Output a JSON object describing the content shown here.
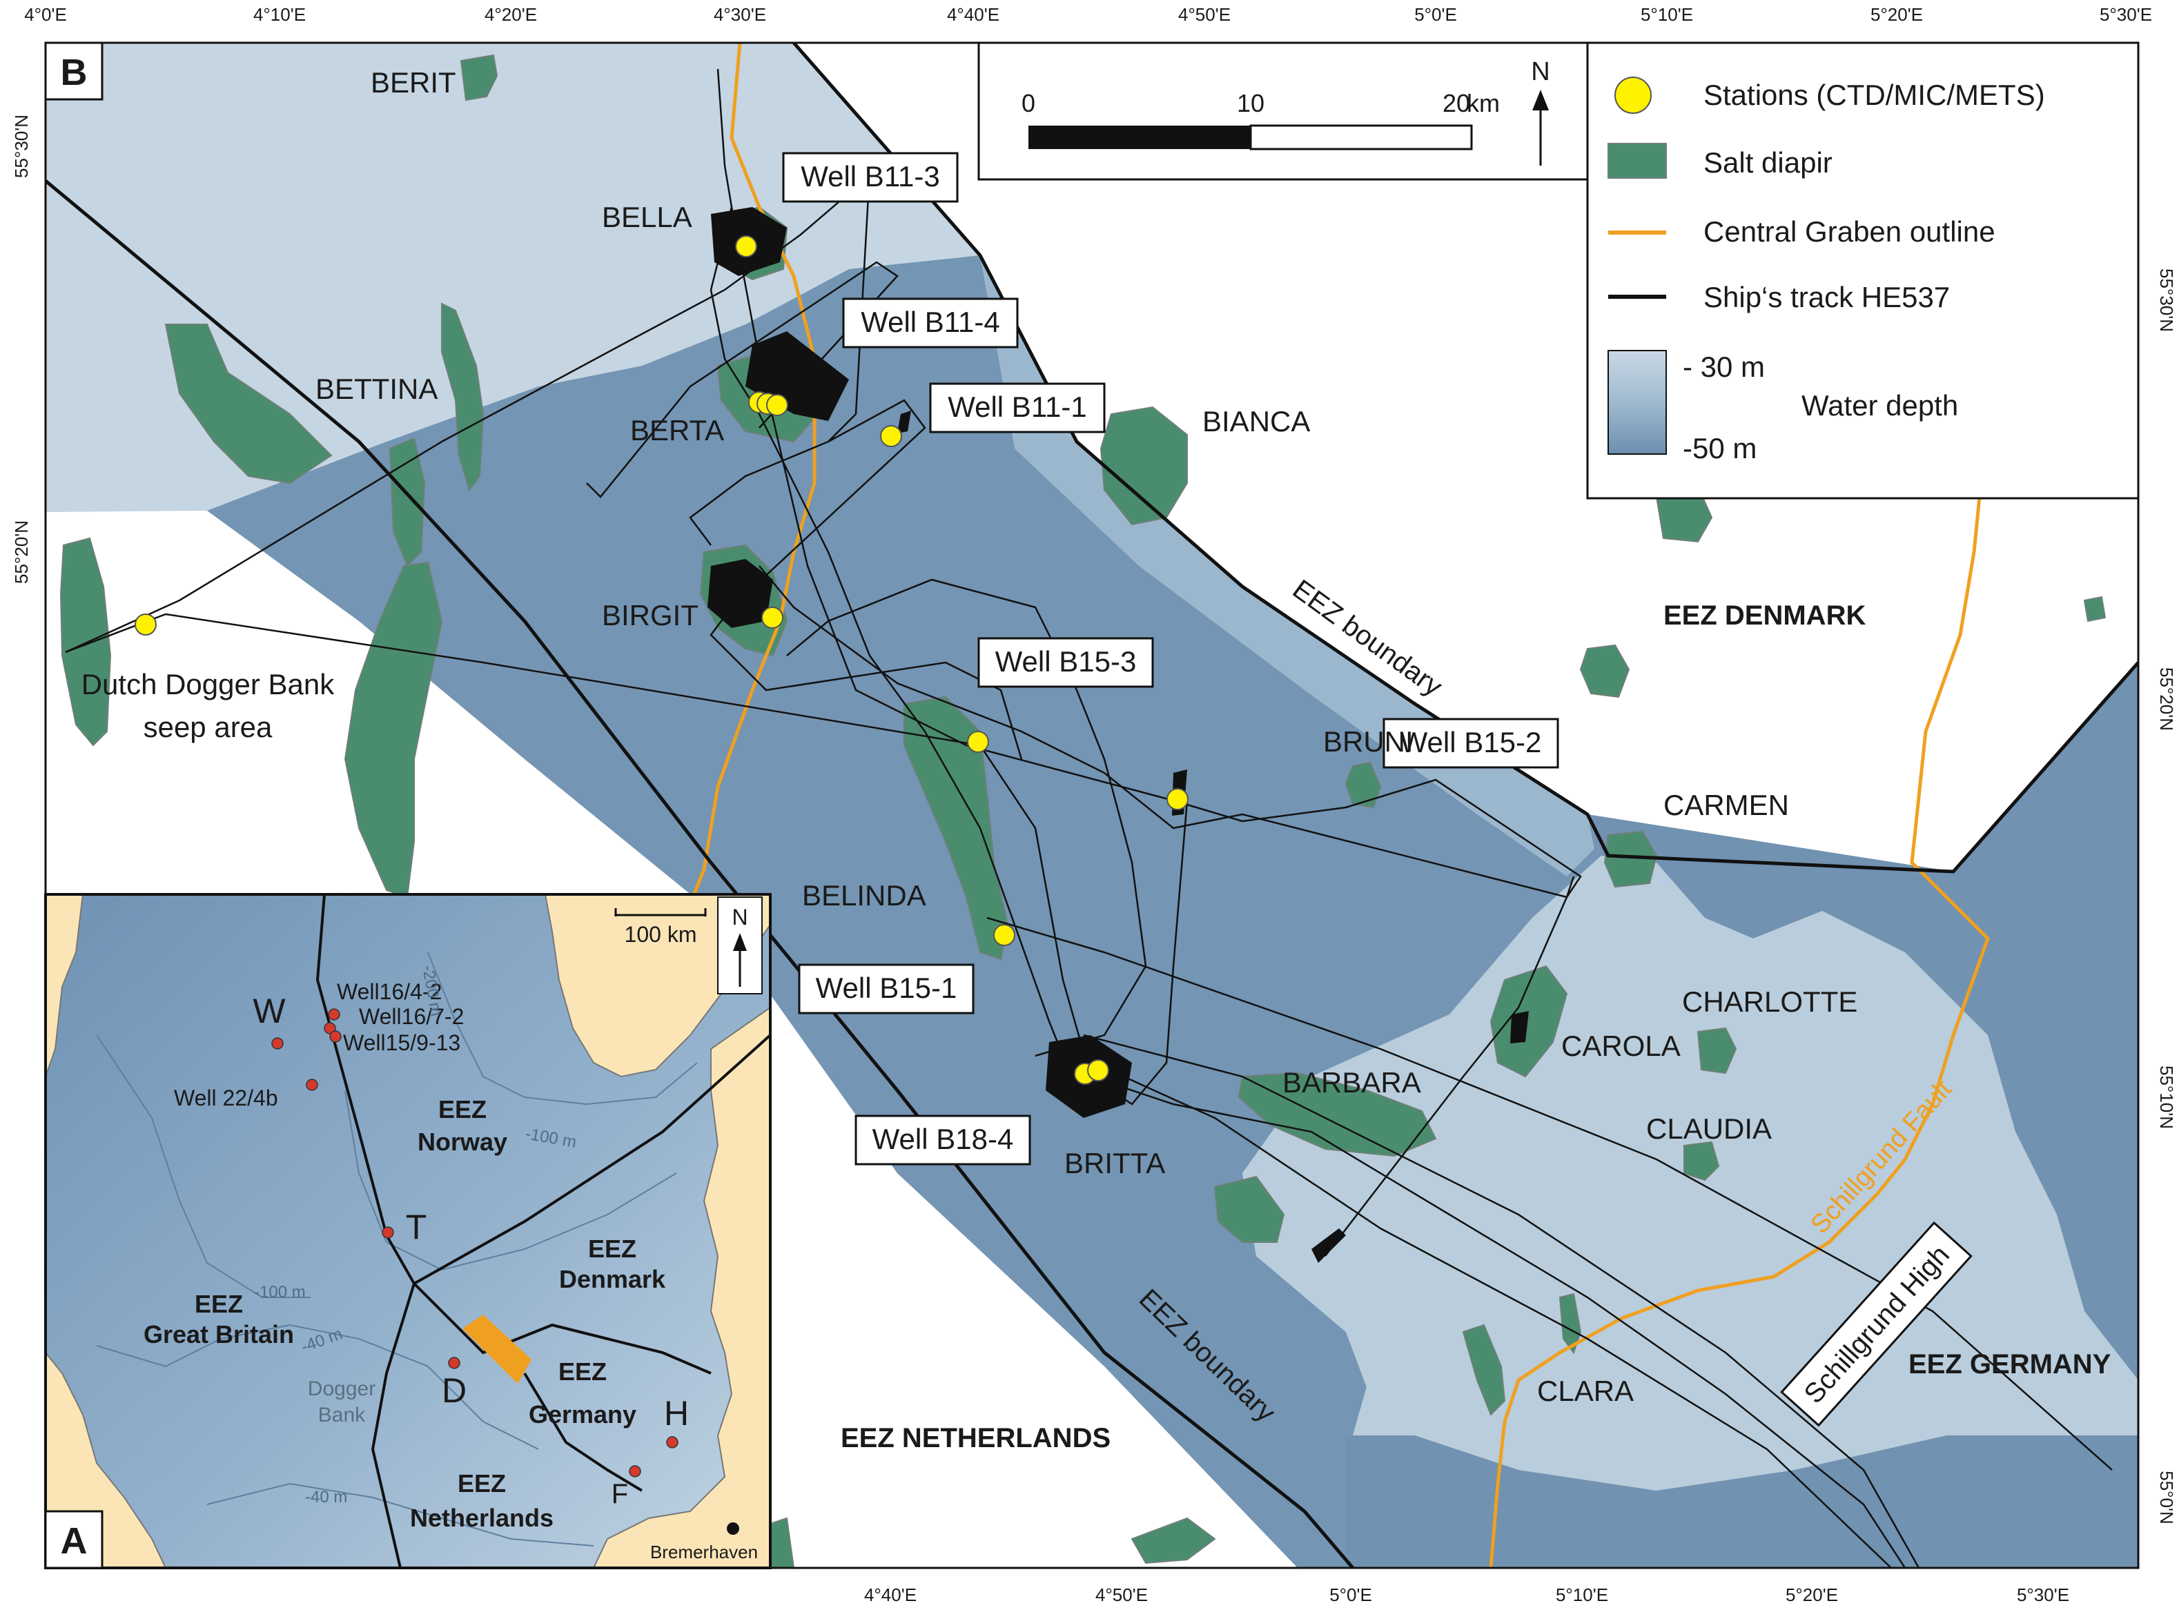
{
  "panels": {
    "main": "B",
    "inset": "A"
  },
  "axes": {
    "top": [
      "4°0'E",
      "4°10'E",
      "4°20'E",
      "4°30'E",
      "4°40'E",
      "4°50'E",
      "5°0'E",
      "5°10'E",
      "5°20'E",
      "5°30'E"
    ],
    "bottom": [
      "4°40'E",
      "4°50'E",
      "5°0'E",
      "5°10'E",
      "5°20'E",
      "5°30'E"
    ],
    "left": [
      "55°30'N",
      "55°20'N"
    ],
    "right": [
      "55°30'N",
      "55°20'N",
      "55°10'N",
      "55°0'N"
    ]
  },
  "scale_bar": {
    "ticks": [
      "0",
      "10",
      "20"
    ],
    "unit": "km"
  },
  "north": "N",
  "legend": {
    "stations": "Stations (CTD/MIC/METS)",
    "salt": "Salt diapir",
    "graben": "Central Graben outline",
    "track": "Ship‘s track HE537",
    "depth_shallow": "- 30 m",
    "depth_title": "Water depth",
    "depth_deep": "-50 m"
  },
  "colors": {
    "shallow": "#c5d5e2",
    "mid": "#9bb7ce",
    "deep": "#7192b0",
    "diapir": "#4a8d6e",
    "graben": "#f0a020",
    "station": "#fff200",
    "land": "#fbe5b6"
  },
  "diapirs": [
    "BERIT",
    "BELLA",
    "BETTINA",
    "BERTA",
    "BIANCA",
    "BIRGIT",
    "BRUNI",
    "CARMEN",
    "BELINDA",
    "CHARLOTTE",
    "CAROLA",
    "BARBARA",
    "CLAUDIA",
    "BRITTA",
    "CLARA"
  ],
  "wells": [
    "Well B11-3",
    "Well B11-4",
    "Well B11-1",
    "Well B15-3",
    "Well B15-2",
    "Well B15-1",
    "Well B18-4"
  ],
  "labels": {
    "dogger_line1": "Dutch Dogger Bank",
    "dogger_line2": "seep area",
    "eez_boundary": "EEZ boundary",
    "eez_denmark": "EEZ DENMARK",
    "eez_germany": "EEZ GERMANY",
    "eez_netherlands": "EEZ NETHERLANDS",
    "fault": "Schillgrund Fault",
    "high": "Schillgrund High"
  },
  "inset": {
    "scale": "100 km",
    "north": "N",
    "sites": [
      "W",
      "T",
      "D",
      "H",
      "F"
    ],
    "wells": [
      "Well16/4-2",
      "Well16/7-2",
      "Well15/9-13",
      "Well 22/4b"
    ],
    "eez": {
      "norway": [
        "EEZ",
        "Norway"
      ],
      "denmark": [
        "EEZ",
        "Denmark"
      ],
      "gb": [
        "EEZ",
        "Great Britain"
      ],
      "germany": [
        "EEZ",
        "Germany"
      ],
      "netherlands": [
        "EEZ",
        "Netherlands"
      ]
    },
    "dogger": [
      "Dogger",
      "Bank"
    ],
    "contours": [
      "-200 m",
      "-100 m",
      "-100 m",
      "-40 m",
      "-40 m"
    ],
    "city": "Bremerhaven"
  }
}
